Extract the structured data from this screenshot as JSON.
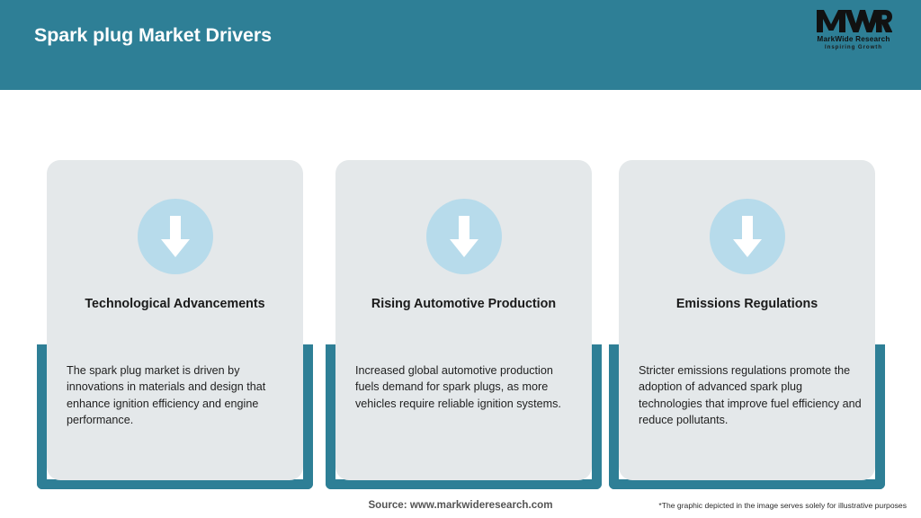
{
  "header": {
    "title": "Spark plug Market Drivers",
    "background_color": "#2e7f96"
  },
  "logo": {
    "mark": "MWR",
    "name": "MarkWide Research",
    "tagline": "Inspiring Growth"
  },
  "theme": {
    "accent": "#2e7f96",
    "card_background": "#e4e8ea",
    "icon_circle": "#b7dbeb",
    "icon_arrow": "#ffffff",
    "page_background": "#ffffff"
  },
  "cards": [
    {
      "icon": "arrow-down-icon",
      "title": "Technological Advancements",
      "body": "The spark plug market is driven by innovations in materials and design that enhance ignition efficiency and engine performance."
    },
    {
      "icon": "arrow-down-icon",
      "title": "Rising Automotive Production",
      "body": "Increased global automotive production fuels demand for spark plugs, as more vehicles require reliable ignition systems."
    },
    {
      "icon": "arrow-down-icon",
      "title": "Emissions Regulations",
      "body": "Stricter emissions regulations promote the adoption of advanced spark plug technologies that improve fuel efficiency and reduce pollutants."
    }
  ],
  "footer": {
    "source": "Source: www.markwideresearch.com",
    "disclaimer": "*The graphic depicted in the image serves solely for illustrative purposes"
  }
}
